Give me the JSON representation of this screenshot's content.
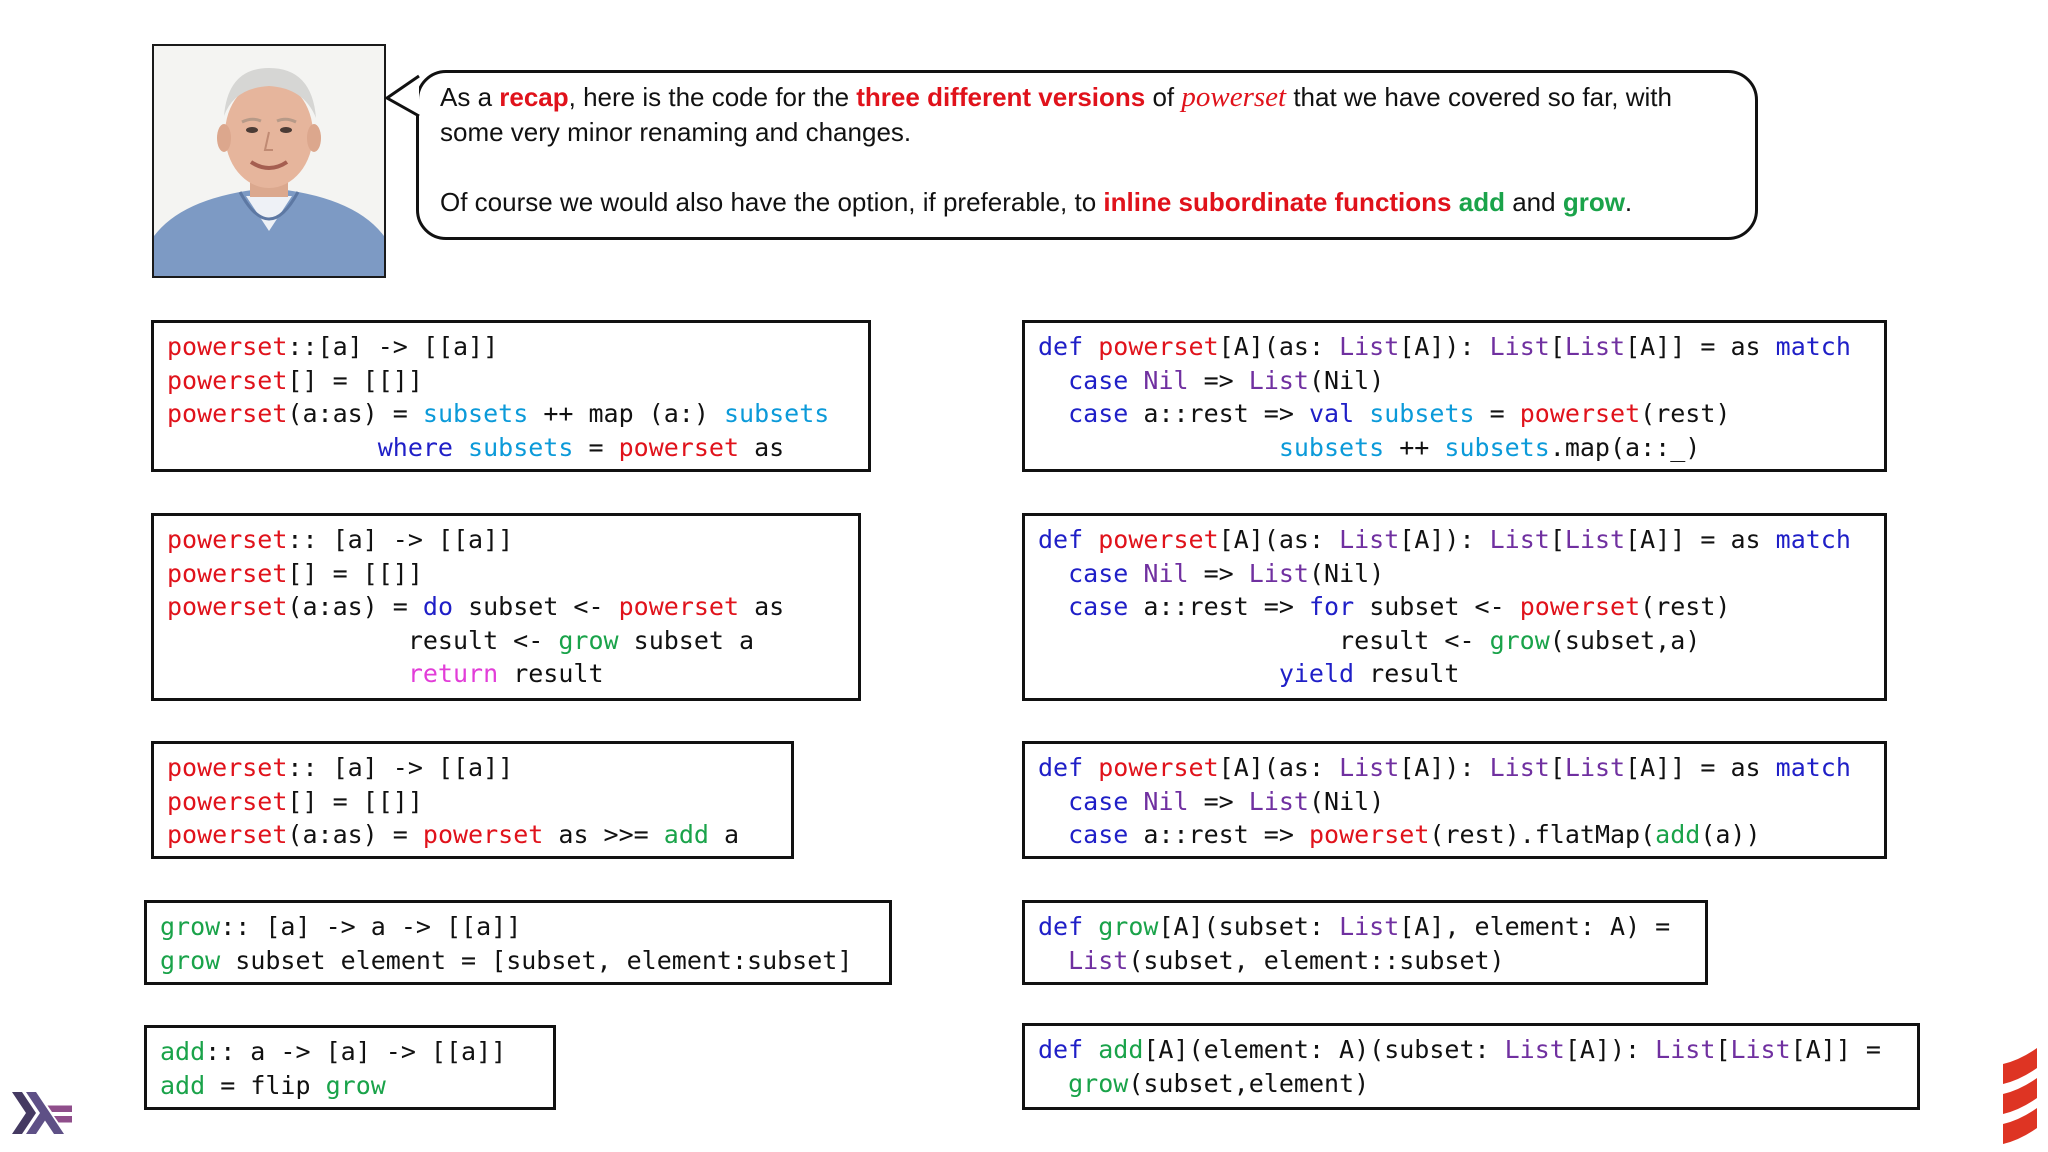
{
  "speech": {
    "p1": [
      "As a ",
      "recap",
      ", here is the code for the ",
      "three different versions",
      " of ",
      "powerset",
      " that we have covered so far, with some very minor renaming and changes."
    ],
    "p2": [
      "Of course we would also have the option, if preferable, to ",
      "inline subordinate functions",
      " ",
      "add",
      " and ",
      "grow",
      "."
    ]
  },
  "haskell": [
    [
      [
        [
          "fn",
          "powerset"
        ],
        [
          "",
          "::"
        ],
        [
          "",
          "[a] -> [[a]]"
        ]
      ],
      [
        [
          "fn",
          "powerset"
        ],
        [
          "",
          "[] = [[]]"
        ]
      ],
      [
        [
          "fn",
          "powerset"
        ],
        [
          "",
          "(a:as) ="
        ],
        [
          "sub",
          "subsets"
        ],
        [
          "",
          "++ map (a:)"
        ],
        [
          "sub",
          "subsets"
        ]
      ],
      [
        [
          "kw",
          "where"
        ],
        [
          "sub",
          "subsets"
        ],
        [
          "",
          "="
        ],
        [
          "fn",
          "powerset"
        ],
        [
          "",
          "as"
        ]
      ]
    ],
    [
      [
        [
          "fn",
          "powerset"
        ],
        [
          "",
          ":: [a] -> [[a]]"
        ]
      ],
      [
        [
          "fn",
          "powerset"
        ],
        [
          "",
          "[] = [[]]"
        ]
      ],
      [
        [
          "fn",
          "powerset"
        ],
        [
          "",
          "(a:as) ="
        ],
        [
          "kw",
          "do"
        ],
        [
          "",
          "subset <-"
        ],
        [
          "fn",
          "powerset"
        ],
        [
          "",
          "as"
        ]
      ],
      [
        [
          "",
          "result <-"
        ],
        [
          "gr",
          "grow"
        ],
        [
          "",
          "subset a"
        ]
      ],
      [
        [
          "ret",
          "return"
        ],
        [
          "",
          "result"
        ]
      ]
    ],
    [
      [
        [
          "fn",
          "powerset"
        ],
        [
          "",
          ":: [a] -> [[a]]"
        ]
      ],
      [
        [
          "fn",
          "powerset"
        ],
        [
          "",
          "[] = [[]]"
        ]
      ],
      [
        [
          "fn",
          "powerset"
        ],
        [
          "",
          "(a:as) ="
        ],
        [
          "fn",
          "powerset"
        ],
        [
          "",
          "as >>="
        ],
        [
          "gr",
          "add"
        ],
        [
          "",
          "a"
        ]
      ]
    ],
    [
      [
        [
          "gr",
          "grow"
        ],
        [
          "",
          ":: [a] -> a -> [[a]]"
        ]
      ],
      [
        [
          "gr",
          "grow"
        ],
        [
          "",
          "subset element = [subset, element:subset]"
        ]
      ]
    ],
    [
      [
        [
          "gr",
          "add"
        ],
        [
          "",
          ":: a -> [a] -> [[a]]"
        ]
      ],
      [
        [
          "gr",
          "add"
        ],
        [
          "",
          "= flip"
        ],
        [
          "gr",
          "grow"
        ]
      ]
    ]
  ],
  "scala": [
    [
      [
        [
          "kw",
          "def"
        ],
        [
          "fn",
          "powerset"
        ],
        [
          "",
          "[A](as:"
        ],
        [
          "ty",
          "List"
        ],
        [
          "",
          "[A]):"
        ],
        [
          "ty",
          "List"
        ],
        [
          "",
          "["
        ],
        [
          "ty",
          "List"
        ],
        [
          "",
          "[A]] = as"
        ],
        [
          "kw",
          "match"
        ]
      ],
      [
        [
          "kw",
          "case"
        ],
        [
          "ty",
          "Nil"
        ],
        [
          "",
          "=>"
        ],
        [
          "ty",
          "List"
        ],
        [
          "",
          "(Nil)"
        ]
      ],
      [
        [
          "kw",
          "case"
        ],
        [
          "",
          "a::rest =>"
        ],
        [
          "kw",
          "val"
        ],
        [
          "sub",
          "subsets"
        ],
        [
          "",
          "="
        ],
        [
          "fn",
          "powerset"
        ],
        [
          "",
          "(rest)"
        ]
      ],
      [
        [
          "sub",
          "subsets"
        ],
        [
          "",
          "++"
        ],
        [
          "sub",
          "subsets"
        ],
        [
          "",
          ".map(a::_)"
        ]
      ]
    ],
    [
      [
        [
          "kw",
          "def"
        ],
        [
          "fn",
          "powerset"
        ],
        [
          "",
          "[A](as:"
        ],
        [
          "ty",
          "List"
        ],
        [
          "",
          "[A]):"
        ],
        [
          "ty",
          "List"
        ],
        [
          "",
          "["
        ],
        [
          "ty",
          "List"
        ],
        [
          "",
          "[A]] = as"
        ],
        [
          "kw",
          "match"
        ]
      ],
      [
        [
          "kw",
          "case"
        ],
        [
          "ty",
          "Nil"
        ],
        [
          "",
          "=>"
        ],
        [
          "ty",
          "List"
        ],
        [
          "",
          "(Nil)"
        ]
      ],
      [
        [
          "kw",
          "case"
        ],
        [
          "",
          "a::rest =>"
        ],
        [
          "kw",
          "for"
        ],
        [
          "",
          "subset <-"
        ],
        [
          "fn",
          "powerset"
        ],
        [
          "",
          "(rest)"
        ]
      ],
      [
        [
          "",
          "result <-"
        ],
        [
          "gr",
          "grow"
        ],
        [
          "",
          "(subset,a)"
        ]
      ],
      [
        [
          "kw",
          "yield"
        ],
        [
          "",
          "result"
        ]
      ]
    ],
    [
      [
        [
          "kw",
          "def"
        ],
        [
          "fn",
          "powerset"
        ],
        [
          "",
          "[A](as:"
        ],
        [
          "ty",
          "List"
        ],
        [
          "",
          "[A]):"
        ],
        [
          "ty",
          "List"
        ],
        [
          "",
          "["
        ],
        [
          "ty",
          "List"
        ],
        [
          "",
          "[A]] = as"
        ],
        [
          "kw",
          "match"
        ]
      ],
      [
        [
          "kw",
          "case"
        ],
        [
          "ty",
          "Nil"
        ],
        [
          "",
          "=>"
        ],
        [
          "ty",
          "List"
        ],
        [
          "",
          "(Nil)"
        ]
      ],
      [
        [
          "kw",
          "case"
        ],
        [
          "",
          "a::rest =>"
        ],
        [
          "fn",
          "powerset"
        ],
        [
          "",
          "(rest).flatMap("
        ],
        [
          "gr",
          "add"
        ],
        [
          "",
          "(a))"
        ]
      ]
    ],
    [
      [
        [
          "kw",
          "def"
        ],
        [
          "gr",
          "grow"
        ],
        [
          "",
          "[A](subset:"
        ],
        [
          "ty",
          "List"
        ],
        [
          "",
          "[A], element: A) ="
        ]
      ],
      [
        [
          "ty",
          "List"
        ],
        [
          "",
          "(subset, element::subset)"
        ]
      ]
    ],
    [
      [
        [
          "kw",
          "def"
        ],
        [
          "gr",
          "add"
        ],
        [
          "",
          "[A](element: A)(subset:"
        ],
        [
          "ty",
          "List"
        ],
        [
          "",
          "[A]):"
        ],
        [
          "ty",
          "List"
        ],
        [
          "",
          "["
        ],
        [
          "ty",
          "List"
        ],
        [
          "",
          "[A]] ="
        ]
      ],
      [
        [
          "gr",
          "grow"
        ],
        [
          "",
          "(subset,element)"
        ]
      ]
    ]
  ],
  "colors": {
    "function_red": "#e0121b",
    "subsets_blue": "#0b9ad9",
    "keyword_blue": "#1f1fc7",
    "type_purple": "#7030a0",
    "return_magenta": "#e23dd8",
    "helper_green": "#1aa34a"
  },
  "icons": {
    "portrait": "presenter-photo",
    "bottom_left": "haskell-logo",
    "bottom_right": "scala-logo"
  }
}
